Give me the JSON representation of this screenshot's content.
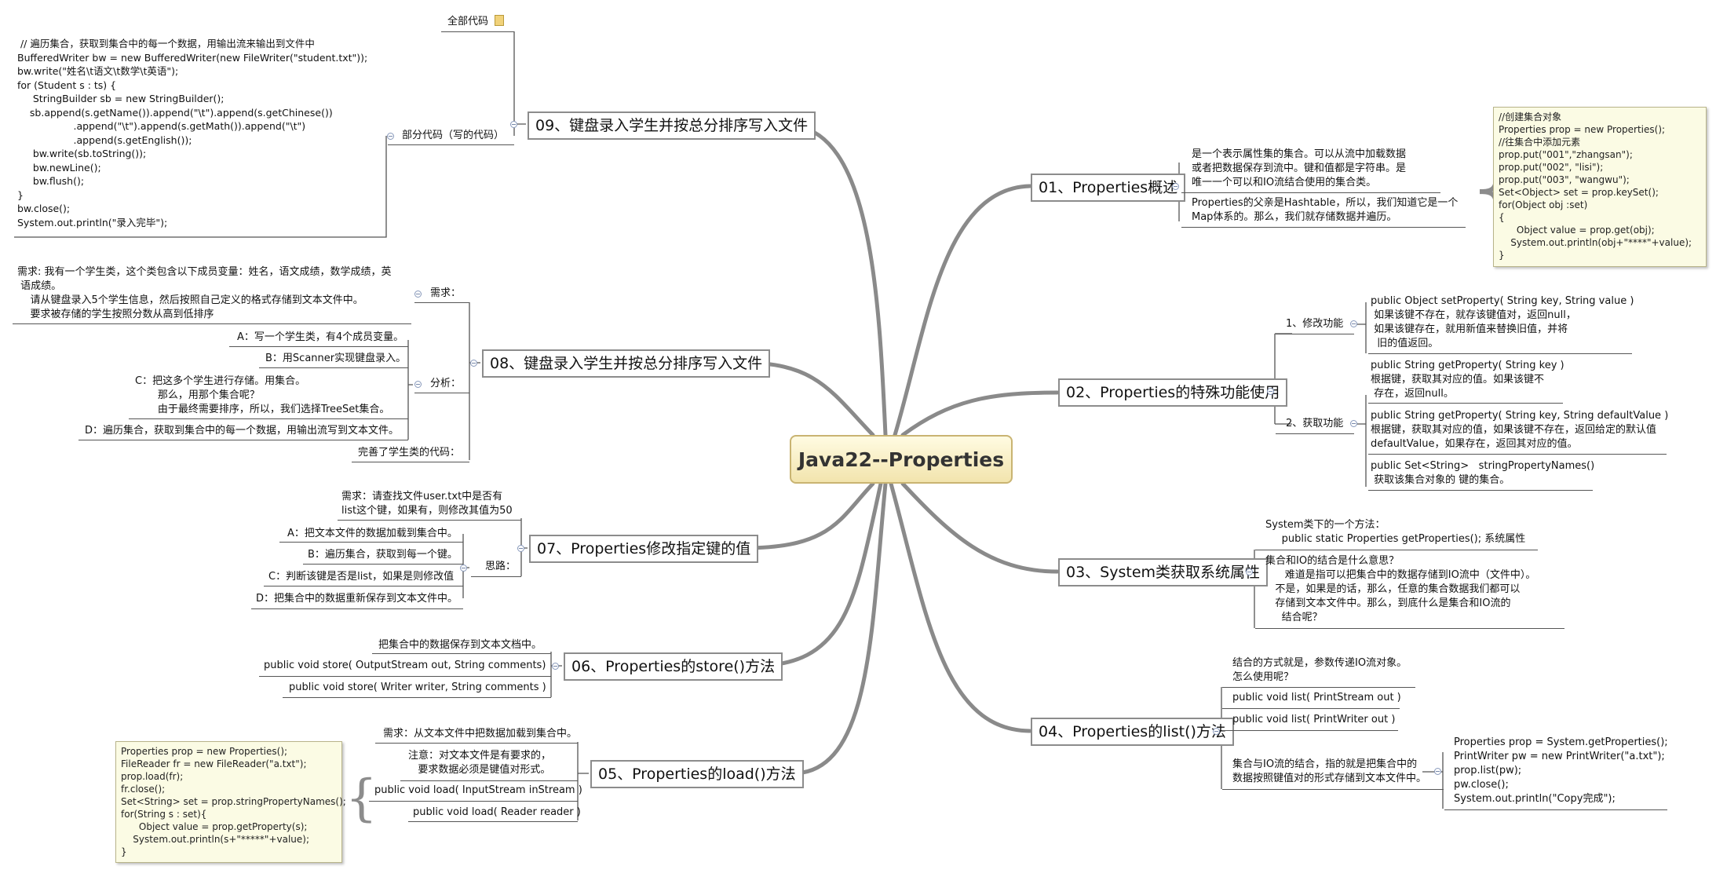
{
  "central": {
    "title": "Java22--Properties"
  },
  "branches": {
    "b01": "01、Properties概述",
    "b02": "02、Properties的特殊功能使用",
    "b03": "03、System类获取系统属性",
    "b04": "04、Properties的list()方法",
    "b05": "05、Properties的load()方法",
    "b06": "06、Properties的store()方法",
    "b07": "07、Properties修改指定键的值",
    "b08": "08、键盘录入学生并按总分排序写入文件",
    "b09": "09、键盘录入学生并按总分排序写入文件"
  },
  "b01": {
    "desc1": "是一个表示属性集的集合。可以从流中加载数据\n或者把数据保存到流中。键和值都是字符串。是\n唯一一个可以和IO流结合使用的集合类。",
    "desc2": "Properties的父亲是Hashtable，所以，我们知道它是一个\nMap体系的。那么，我们就存储数据并遍历。",
    "note": "//创建集合对象\nProperties prop = new Properties();\n//往集合中添加元素\nprop.put(\"001\",\"zhangsan\");\nprop.put(\"002\", \"lisi\");\nprop.put(\"003\", \"wangwu\");\nSet<Object> set = prop.keySet();\nfor(Object obj :set)\n{\n      Object value = prop.get(obj);\n    System.out.println(obj+\"****\"+value);\n}"
  },
  "b02": {
    "modify_label": "1、修改功能",
    "modify_text": "public Object setProperty( String key, String value )\n 如果该键不存在，就存该键值对，返回null，\n 如果该键存在，就用新值来替换旧值，并将\n  旧的值返回。",
    "get_label": "2、获取功能",
    "get1": "public String getProperty( String key )\n根据键，获取其对应的值。如果该键不\n 存在，返回null。",
    "get2": "public String getProperty( String key, String defaultValue )\n根据键，获取其对应的值，如果该键不存在，返回给定的默认值\ndefaultValue，如果存在，返回其对应的值。",
    "get3": "public Set<String>   stringPropertyNames()\n 获取该集合对象的 键的集合。"
  },
  "b03": {
    "t1": "System类下的一个方法：\n     public static Properties getProperties(); 系统属性",
    "t2": "集合和IO的结合是什么意思？\n      难道是指可以把集合中的数据存储到IO流中（文件中）。\n   不是，如果是的话，那么，任意的集合数据我们都可以\n   存储到文本文件中。那么，到底什么是集合和IO流的\n     结合呢？"
  },
  "b04": {
    "t1": "结合的方式就是，参数传递IO流对象。\n怎么使用呢？",
    "t2": "public void list( PrintStream out )",
    "t3": "public void list( PrintWriter out )",
    "t4": "集合与IO流的结合，指的就是把集合中的\n数据按照键值对的形式存储到文本文件中。",
    "code": "Properties prop = System.getProperties();\nPrintWriter pw = new PrintWriter(\"a.txt\");\nprop.list(pw);\npw.close();\nSystem.out.println(\"Copy完成\");"
  },
  "b05": {
    "t1": "需求：从文本文件中把数据加载到集合中。",
    "t2": "注意：对文本文件是有要求的，\n   要求数据必须是键值对形式。",
    "t3": "public void load( InputStream inStream )",
    "t4": "public void load( Reader reader )",
    "note": "Properties prop = new Properties();\nFileReader fr = new FileReader(\"a.txt\");\nprop.load(fr);\nfr.close();\nSet<String> set = prop.stringPropertyNames();\nfor(String s : set){\n      Object value = prop.getProperty(s);\n    System.out.println(s+\"*****\"+value);\n}"
  },
  "b06": {
    "t1": "把集合中的数据保存到文本文档中。",
    "t2": "public void store( OutputStream out, String comments)",
    "t3": "public void store( Writer writer, String comments )"
  },
  "b07": {
    "t1": "需求：请查找文件user.txt中是否有\nlist这个键，如果有，则修改其值为50",
    "label": "思路：",
    "a": "A：把文本文件的数据加载到集合中。",
    "b": "B：遍历集合，获取到每一个键。",
    "c": "C：判断该键是否是list，如果是则修改值",
    "d": "D：把集合中的数据重新保存到文本文件中。"
  },
  "b08": {
    "need_label": "需求：",
    "need": "需求: 我有一个学生类，这个类包含以下成员变量：姓名，语文成绩，数学成绩，英\n 语成绩。\n    请从键盘录入5个学生信息，然后按照自己定义的格式存储到文本文件中。\n    要求被存储的学生按照分数从高到低排序",
    "analysis_label": "分析：",
    "a": "A：写一个学生类，有4个成员变量。",
    "b": "B：用Scanner实现键盘录入。",
    "c": "C：把这多个学生进行存储。用集合。\n       那么，用那个集合呢？\n       由于最终需要排序，所以，我们选择TreeSet集合。",
    "d": "D：遍历集合，获取到集合中的每一个数据，用输出流写到文本文件。",
    "done": "完善了学生类的代码："
  },
  "b09": {
    "all_code": "全部代码",
    "part_label": "部分代码（写的代码）",
    "code": " // 遍历集合，获取到集合中的每一个数据，用输出流来输出到文件中\nBufferedWriter bw = new BufferedWriter(new FileWriter(\"student.txt\"));\nbw.write(\"姓名\\t语文\\t数学\\t英语\");\nfor (Student s : ts) {\n     StringBuilder sb = new StringBuilder();\n    sb.append(s.getName()).append(\"\\t\").append(s.getChinese())\n                  .append(\"\\t\").append(s.getMath()).append(\"\\t\")\n                  .append(s.getEnglish());\n     bw.write(sb.toString());\n     bw.newLine();\n     bw.flush();\n}\nbw.close();\nSystem.out.println(\"录入完毕\");"
  }
}
